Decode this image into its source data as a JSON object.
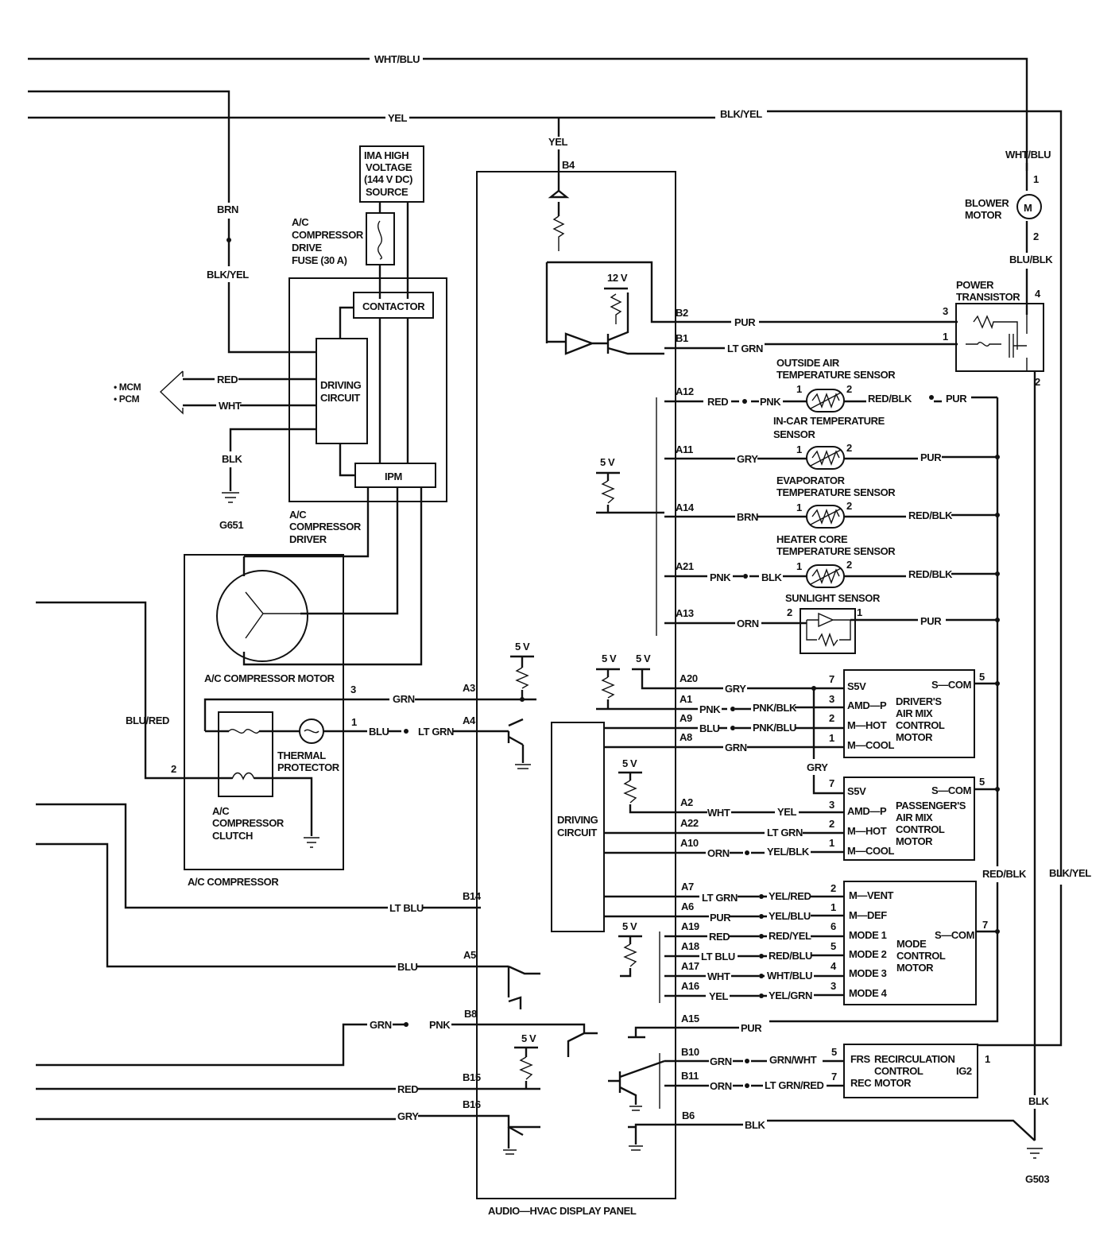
{
  "wires": {
    "wht_blu": "WHT/BLU",
    "yel": "YEL",
    "blk_yel": "BLK/YEL",
    "yel_b4": "YEL",
    "b4": "B4",
    "brn": "BRN",
    "blk_yel_left": "BLK/YEL",
    "red": "RED",
    "wht": "WHT",
    "blk": "BLK",
    "twelve_v": "12 V",
    "b2": "B2",
    "pur_b2": "PUR",
    "b1": "B1",
    "ltgrn_b1": "LT GRN",
    "wht_blu_blower": "WHT/BLU",
    "blu_blk": "BLU/BLK",
    "blu_red": "BLU/RED",
    "red_blk_right": "RED/BLK",
    "blk_yel_right": "BLK/YEL",
    "blk_g503": "BLK"
  },
  "components": {
    "ima_source": [
      "IMA HIGH",
      "VOLTAGE",
      "(144 V DC)",
      "SOURCE"
    ],
    "fuse": [
      "A/C",
      "COMPRESSOR",
      "DRIVE",
      "FUSE (30 A)"
    ],
    "contactor": "CONTACTOR",
    "driving_circuit_left": [
      "DRIVING",
      "CIRCUIT"
    ],
    "ipm": "IPM",
    "compressor_driver": [
      "A/C",
      "COMPRESSOR",
      "DRIVER"
    ],
    "mcm_pcm": [
      "• MCM",
      "• PCM"
    ],
    "g651": "G651",
    "compressor_motor": "A/C COMPRESSOR MOTOR",
    "thermal_protector": [
      "THERMAL",
      "PROTECTOR"
    ],
    "compressor_clutch": [
      "A/C",
      "COMPRESSOR",
      "CLUTCH"
    ],
    "compressor": "A/C COMPRESSOR",
    "blower_motor": [
      "BLOWER",
      "MOTOR"
    ],
    "motor_symbol": "M",
    "power_transistor": [
      "POWER",
      "TRANSISTOR"
    ],
    "outside_air_sensor": [
      "OUTSIDE AIR",
      "TEMPERATURE SENSOR"
    ],
    "in_car_sensor": [
      "IN-CAR TEMPERATURE",
      "SENSOR"
    ],
    "evaporator_sensor": [
      "EVAPORATOR",
      "TEMPERATURE SENSOR"
    ],
    "heater_core_sensor": [
      "HEATER CORE",
      "TEMPERATURE SENSOR"
    ],
    "sunlight_sensor": "SUNLIGHT SENSOR",
    "driving_circuit_panel": [
      "DRIVING",
      "CIRCUIT"
    ],
    "display_panel": "AUDIO—HVAC DISPLAY PANEL",
    "g503": "G503",
    "five_v": "5 V"
  },
  "pins": {
    "p1": "1",
    "p2": "2",
    "p3": "3",
    "p4": "4",
    "p5": "5",
    "p6": "6",
    "p7": "7"
  },
  "sensors": {
    "a12": "A12",
    "a12_red": "RED",
    "a12_pnk": "PNK",
    "a12_redblk": "RED/BLK",
    "a12_pur": "PUR",
    "a11": "A11",
    "a11_gry": "GRY",
    "a11_pur": "PUR",
    "a14": "A14",
    "a14_brn": "BRN",
    "a14_redblk": "RED/BLK",
    "a21": "A21",
    "a21_pnk": "PNK",
    "a21_blk": "BLK",
    "a21_redblk": "RED/BLK",
    "a13": "A13",
    "a13_orn": "ORN",
    "a13_pur": "PUR"
  },
  "compressor_circuit": {
    "a3": "A3",
    "a3_grn": "GRN",
    "a4": "A4",
    "a4_blu": "BLU",
    "a4_ltgrn": "LT GRN",
    "b14": "B14",
    "b14_ltblu": "LT BLU",
    "a5": "A5",
    "a5_blu": "BLU",
    "b8": "B8",
    "b8_grn": "GRN",
    "b8_pnk": "PNK",
    "b15": "B15",
    "b15_red": "RED",
    "b16": "B16",
    "b16_gry": "GRY"
  },
  "driver_mix_motor": {
    "name": [
      "DRIVER'S",
      "AIR MIX",
      "CONTROL",
      "MOTOR"
    ],
    "s5v": "S5V",
    "scom": "S—COM",
    "amdp": "AMD—P",
    "mhot": "M—HOT",
    "mcool": "M—COOL",
    "a20": "A20",
    "a20_gry": "GRY",
    "a1": "A1",
    "a1_pnk": "PNK",
    "a1_pnkblk": "PNK/BLK",
    "a9": "A9",
    "a9_blu": "BLU",
    "a9_pnkblu": "PNK/BLU",
    "a8": "A8",
    "a8_grn": "GRN",
    "gry_link": "GRY"
  },
  "passenger_mix_motor": {
    "name": [
      "PASSENGER'S",
      "AIR MIX",
      "CONTROL",
      "MOTOR"
    ],
    "s5v": "S5V",
    "scom": "S—COM",
    "amdp": "AMD—P",
    "mhot": "M—HOT",
    "mcool": "M—COOL",
    "a2": "A2",
    "a2_wht": "WHT",
    "a2_yel": "YEL",
    "a22": "A22",
    "a22_ltgrn": "LT GRN",
    "a10": "A10",
    "a10_orn": "ORN",
    "a10_yelblk": "YEL/BLK"
  },
  "mode_motor": {
    "name": [
      "MODE",
      "CONTROL",
      "MOTOR"
    ],
    "scom": "S—COM",
    "mvent": "M—VENT",
    "mdef": "M—DEF",
    "mode1": "MODE 1",
    "mode2": "MODE 2",
    "mode3": "MODE 3",
    "mode4": "MODE 4",
    "a7": "A7",
    "a7_ltgrn": "LT GRN",
    "a7_yelred": "YEL/RED",
    "a6": "A6",
    "a6_pur": "PUR",
    "a6_yelblu": "YEL/BLU",
    "a19": "A19",
    "a19_red": "RED",
    "a19_redyel": "RED/YEL",
    "a18": "A18",
    "a18_ltblu": "LT BLU",
    "a18_redblu": "RED/BLU",
    "a17": "A17",
    "a17_wht": "WHT",
    "a17_whtblu": "WHT/BLU",
    "a16": "A16",
    "a16_yel": "YEL",
    "a16_yelgrn": "YEL/GRN",
    "a15": "A15",
    "a15_pur": "PUR"
  },
  "recirc_motor": {
    "name": [
      "RECIRCULATION",
      "CONTROL",
      "MOTOR"
    ],
    "frs": "FRS",
    "rec": "REC",
    "ig2": "IG2",
    "b10": "B10",
    "b10_grn": "GRN",
    "b10_grnwht": "GRN/WHT",
    "b11": "B11",
    "b11_orn": "ORN",
    "b11_ltgrnred": "LT GRN/RED",
    "b6": "B6",
    "b6_blk": "BLK"
  }
}
